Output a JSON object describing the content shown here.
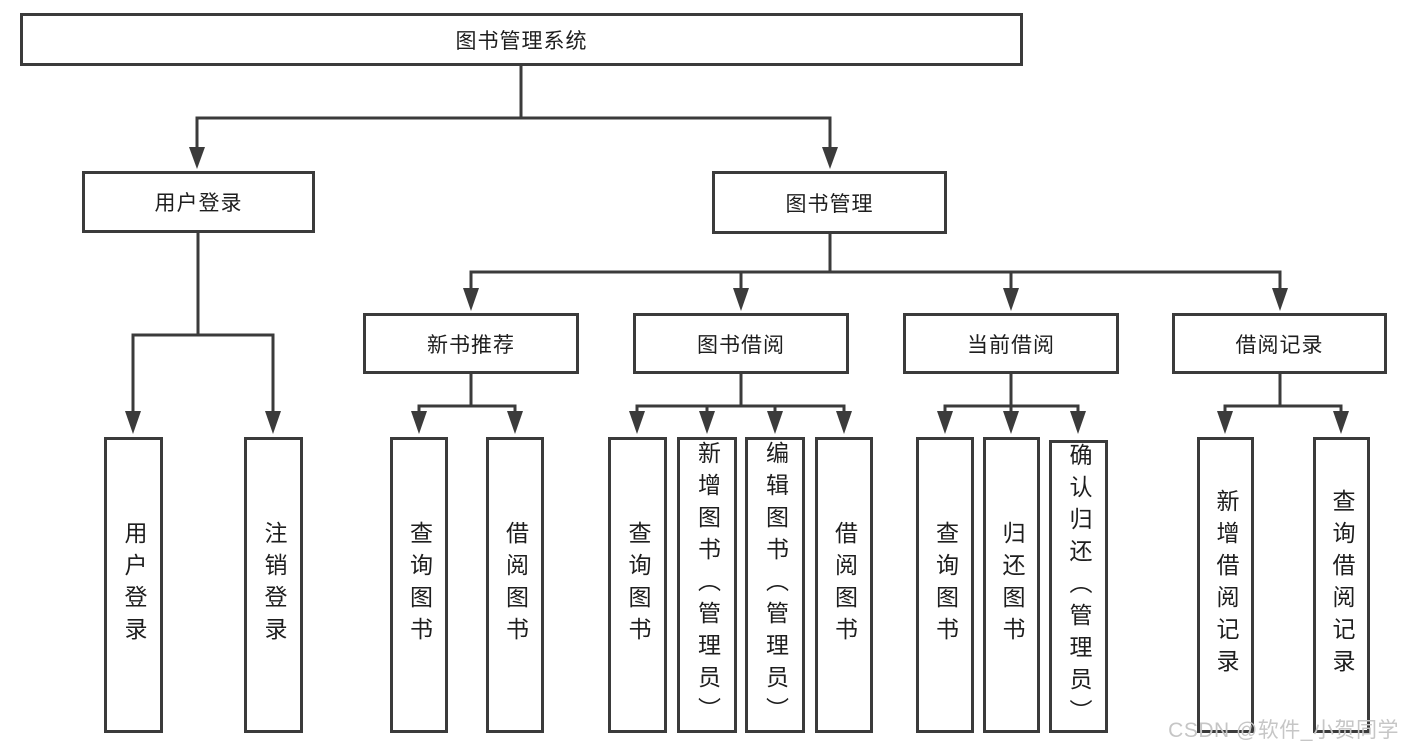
{
  "diagram_type": "hierarchy-tree",
  "colors": {
    "line": "#3b3b3b",
    "box_border": "#3b3b3b",
    "text": "#1e1e1e",
    "background": "#ffffff",
    "watermark": "#c6c6c6"
  },
  "tree": {
    "label": "图书管理系统",
    "children": [
      {
        "label": "用户登录",
        "children": [
          {
            "label": "用户登录"
          },
          {
            "label": "注销登录"
          }
        ]
      },
      {
        "label": "图书管理",
        "children": [
          {
            "label": "新书推荐",
            "children": [
              {
                "label": "查询图书"
              },
              {
                "label": "借阅图书"
              }
            ]
          },
          {
            "label": "图书借阅",
            "children": [
              {
                "label": "查询图书"
              },
              {
                "label": "新增图书（管理员）"
              },
              {
                "label": "编辑图书（管理员）"
              },
              {
                "label": "借阅图书"
              }
            ]
          },
          {
            "label": "当前借阅",
            "children": [
              {
                "label": "查询图书"
              },
              {
                "label": "归还图书"
              },
              {
                "label": "确认归还（管理员）"
              }
            ]
          },
          {
            "label": "借阅记录",
            "children": [
              {
                "label": "新增借阅记录"
              },
              {
                "label": "查询借阅记录"
              }
            ]
          }
        ]
      }
    ]
  },
  "watermark": {
    "text": "CSDN @软件_小贺同学"
  }
}
